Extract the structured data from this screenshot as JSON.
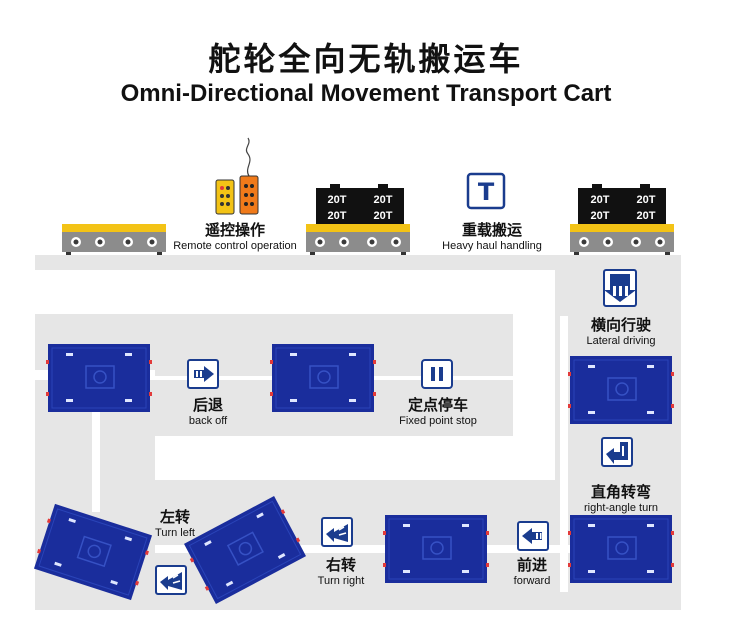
{
  "title": {
    "cn": "舵轮全向无轨搬运车",
    "en": "Omni-Directional Movement Transport  Cart"
  },
  "load_tag": "20T",
  "steps": [
    {
      "id": "remote",
      "cn": "遥控操作",
      "en": "Remote control operation"
    },
    {
      "id": "heavy",
      "cn": "重载搬运",
      "en": "Heavy haul handling"
    },
    {
      "id": "lateral",
      "cn": "横向行驶",
      "en": "Lateral driving"
    },
    {
      "id": "rightangle",
      "cn": "直角转弯",
      "en": "right-angle turn"
    },
    {
      "id": "forward",
      "cn": "前进",
      "en": "forward"
    },
    {
      "id": "turnright",
      "cn": "右转",
      "en": "Turn right"
    },
    {
      "id": "turnleft",
      "cn": "左转",
      "en": "Turn left"
    },
    {
      "id": "backoff",
      "cn": "后退",
      "en": "back off"
    },
    {
      "id": "fixedstop",
      "cn": "定点停车",
      "en": "Fixed point stop"
    }
  ],
  "heavy_icon_letter": "T",
  "colors": {
    "track": "#e6e6e6",
    "cart_blue": "#1a2d9c",
    "cart_top": "#f3c316",
    "cart_base": "#8c8c8c",
    "icon_blue": "#1a3c8e",
    "load_black": "#111111"
  }
}
